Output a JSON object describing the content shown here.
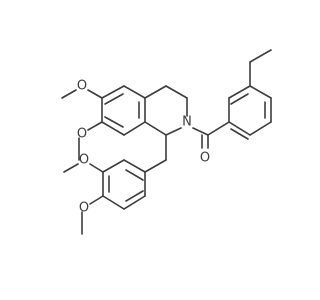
{
  "molecule": {
    "colors": {
      "bond": "#3c3c3c",
      "label": "#3c3c3c",
      "background": "#ffffff"
    },
    "atom_labels": {
      "o_methoxy_6": "O",
      "o_methoxy_7": "O",
      "n_ring": "N",
      "o_carbonyl": "O",
      "o_methoxy_3prime": "O",
      "o_methoxy_4prime": "O"
    }
  }
}
